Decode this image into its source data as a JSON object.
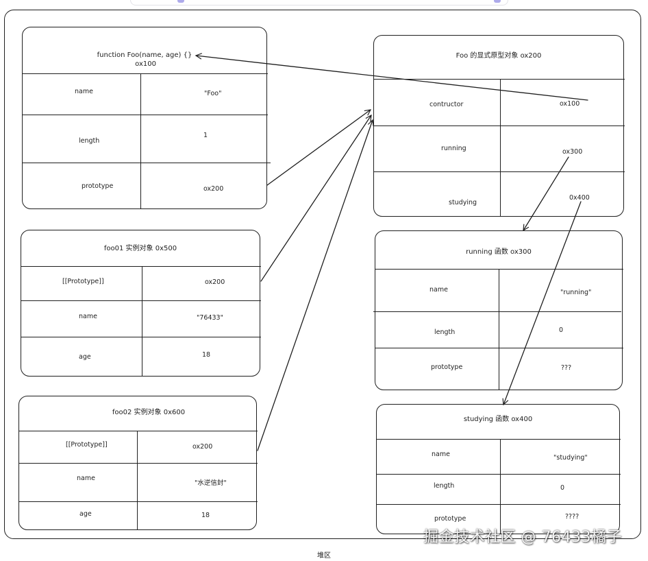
{
  "heap_label": "堆区",
  "watermark": "掘金技术社区 @ 76433橘子",
  "foo_function": {
    "title": "function Foo(name, age) {}\n ox100",
    "rows": [
      {
        "key": "name",
        "value": "\"Foo\""
      },
      {
        "key": "length",
        "value": "1"
      },
      {
        "key": "prototype",
        "value": "ox200"
      }
    ]
  },
  "foo01": {
    "title": "foo01 实例对象 0x500",
    "rows": [
      {
        "key": "[[Prototype]]",
        "value": "ox200"
      },
      {
        "key": "name",
        "value": "\"76433\""
      },
      {
        "key": "age",
        "value": "18"
      }
    ]
  },
  "foo02": {
    "title": "foo02 实例对象 0x600",
    "rows": [
      {
        "key": "[[Prototype]]",
        "value": "ox200"
      },
      {
        "key": "name",
        "value": "\"水逆信封\""
      },
      {
        "key": "age",
        "value": "18"
      }
    ]
  },
  "foo_prototype": {
    "title": "Foo 的显式原型对象 ox200",
    "rows": [
      {
        "key": "contructor",
        "value": "ox100"
      },
      {
        "key": "running",
        "value": "ox300"
      },
      {
        "key": "studying",
        "value": "0x400"
      }
    ]
  },
  "running_fn": {
    "title": "running 函数 ox300",
    "rows": [
      {
        "key": "name",
        "value": "\"running\""
      },
      {
        "key": "length",
        "value": "0"
      },
      {
        "key": "prototype",
        "value": "???"
      }
    ]
  },
  "studying_fn": {
    "title": "studying 函数 ox400",
    "rows": [
      {
        "key": "name",
        "value": "\"studying\""
      },
      {
        "key": "length",
        "value": "0"
      },
      {
        "key": "prototype",
        "value": "????"
      }
    ]
  }
}
